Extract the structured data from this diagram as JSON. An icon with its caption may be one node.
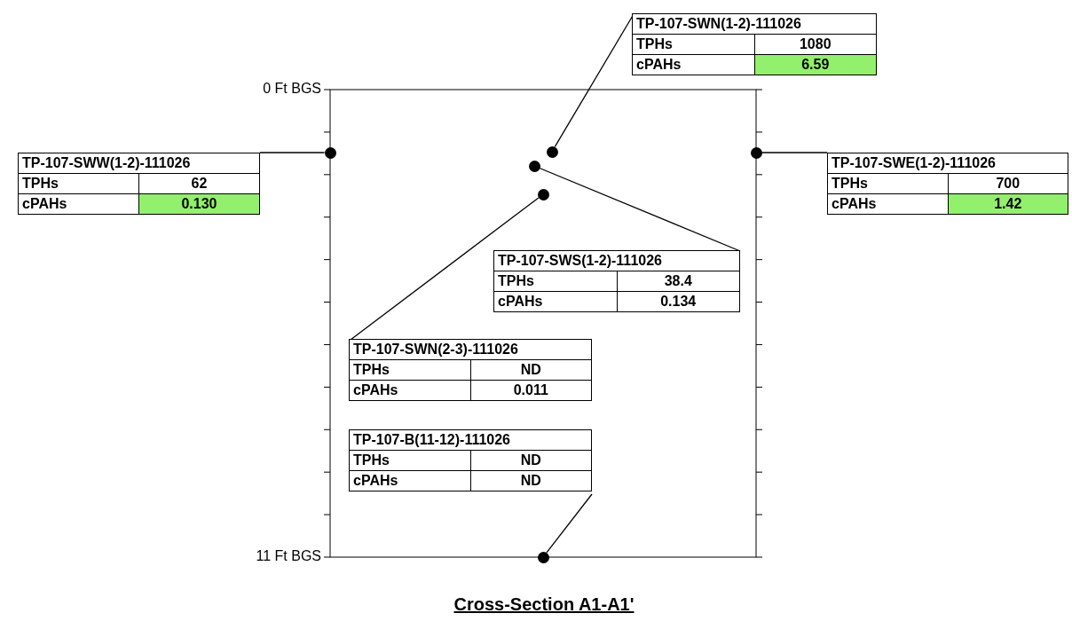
{
  "diagram": {
    "caption": "Cross-Section A1-A1'",
    "nodes": [
      {
        "text": [
          "TP-107-SWN(1-2)-111026",
          "TPHs",
          "1080",
          "cPAHs",
          "6.59"
        ]
      },
      {
        "text": [
          "TP-107-SWW(1-2)-111026",
          "TPHs",
          "62",
          "cPAHs",
          "0.130"
        ]
      },
      {
        "text": [
          "TP-107-SWE(1-2)-111026",
          "TPHs",
          "700",
          "cPAHs",
          "1.42"
        ]
      },
      {
        "text": [
          "TP-107-SWS(1-2)-111026",
          "TPHs",
          "38.4",
          "cPAHs",
          "0.134"
        ]
      },
      {
        "text": [
          "TP-107-SWN(2-3)-111026",
          "TPHs",
          "ND",
          "cPAHs",
          "0.011"
        ]
      },
      {
        "text": [
          "TP-107-B(11-12)-111026",
          "TPHs",
          "ND",
          "cPAHs",
          "ND"
        ]
      },
      {
        "text": [],
        "shape": "circle"
      },
      {
        "text": [],
        "shape": "circle"
      },
      {
        "text": [],
        "shape": "circle"
      },
      {
        "text": [],
        "shape": "circle"
      },
      {
        "text": [],
        "shape": "circle"
      },
      {
        "text": [],
        "shape": "circle"
      }
    ],
    "edges": [
      {
        "from": 0,
        "to": 7,
        "arrow": "none"
      },
      {
        "from": 1,
        "to": 6,
        "arrow": "none"
      },
      {
        "from": 2,
        "to": 8,
        "arrow": "none"
      },
      {
        "from": 3,
        "to": 9,
        "arrow": "none"
      },
      {
        "from": 4,
        "to": 10,
        "arrow": "none"
      },
      {
        "from": 5,
        "to": 11,
        "arrow": "none"
      }
    ],
    "labels": [
      "0 Ft BGS",
      "11 Ft BGS"
    ]
  }
}
